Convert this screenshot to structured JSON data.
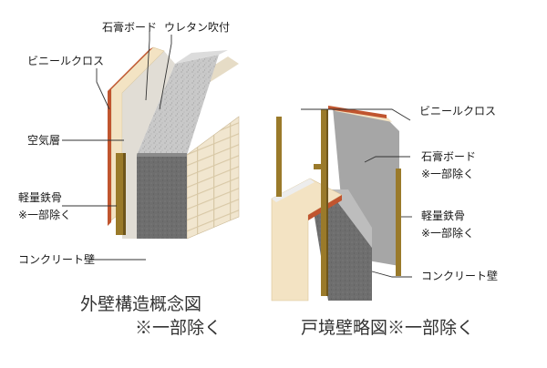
{
  "exterior": {
    "labels": {
      "gypsum_board": "石膏ボード",
      "urethane_spray": "ウレタン吹付",
      "vinyl_cloth": "ビニールクロス",
      "air_layer": "空気層",
      "light_steel_line1": "軽量鉄骨",
      "light_steel_line2": "※一部除く",
      "concrete_wall": "コンクリート壁"
    },
    "caption_line1": "外壁構造概念図",
    "caption_line2": "※一部除く"
  },
  "partition": {
    "labels": {
      "vinyl_cloth": "ビニールクロス",
      "gypsum_board_line1": "石膏ボード",
      "gypsum_board_line2": "※一部除く",
      "light_steel_line1": "軽量鉄骨",
      "light_steel_line2": "※一部除く",
      "concrete_wall": "コンクリート壁"
    },
    "caption": "戸境壁略図※一部除く"
  },
  "colors": {
    "concrete_face": "#6e6e6e",
    "concrete_top": "#bdbdbd",
    "urethane": "#c9c9c9",
    "gypsum": "#f3e3c3",
    "vinyl_edge": "#c0552f",
    "steel_stud": "#9a7a2a",
    "tile": "#f1e6cf",
    "tile_joint": "#d8c8a6"
  }
}
